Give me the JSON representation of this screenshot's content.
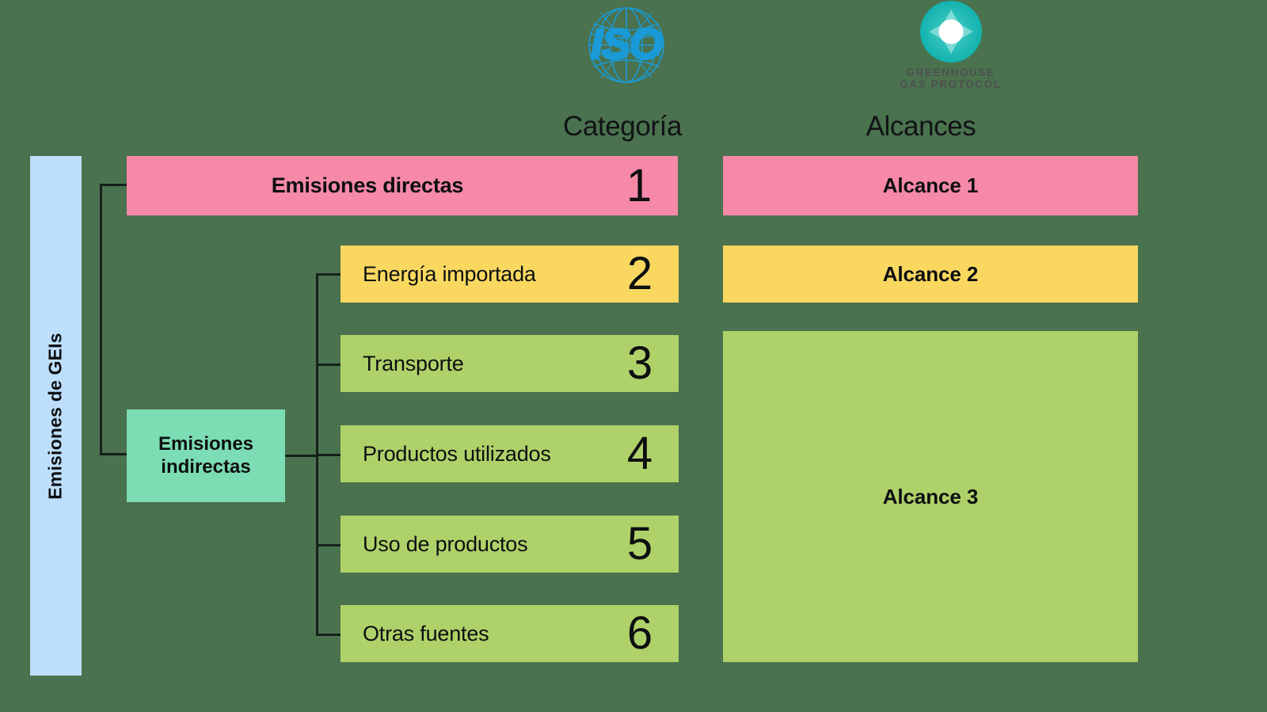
{
  "palette": {
    "background": "#4a724e",
    "pink": "#f789a8",
    "yellow": "#fad860",
    "green": "#afd169",
    "blue": "#bedffb",
    "mint": "#7cdcb3",
    "line": "#15211a",
    "text": "#0d0f11"
  },
  "logos": {
    "iso": {
      "name": "iso-logo",
      "text": "ISO"
    },
    "ghg": {
      "name": "greenhouse-gas-protocol-logo",
      "line1": "GREENHOUSE",
      "line2": "GAS PROTOCOL"
    }
  },
  "columns": {
    "categoria_title": "Categoría",
    "alcances_title": "Alcances"
  },
  "left_axis": {
    "label": "Emisiones de GEIs"
  },
  "branches": {
    "indirect_label": "Emisiones indirectas"
  },
  "categories": [
    {
      "label": "Emisiones directas",
      "number": "1",
      "color": "#f789a8",
      "bold": true
    },
    {
      "label": "Energía importada",
      "number": "2",
      "color": "#fad860",
      "bold": false
    },
    {
      "label": "Transporte",
      "number": "3",
      "color": "#afd169",
      "bold": false
    },
    {
      "label": "Productos utilizados",
      "number": "4",
      "color": "#afd169",
      "bold": false
    },
    {
      "label": "Uso de productos",
      "number": "5",
      "color": "#afd169",
      "bold": false
    },
    {
      "label": "Otras fuentes",
      "number": "6",
      "color": "#afd169",
      "bold": false
    }
  ],
  "scopes": [
    {
      "label": "Alcance 1",
      "color": "#f789a8"
    },
    {
      "label": "Alcance 2",
      "color": "#fad860"
    },
    {
      "label": "Alcance 3",
      "color": "#afd169"
    }
  ]
}
